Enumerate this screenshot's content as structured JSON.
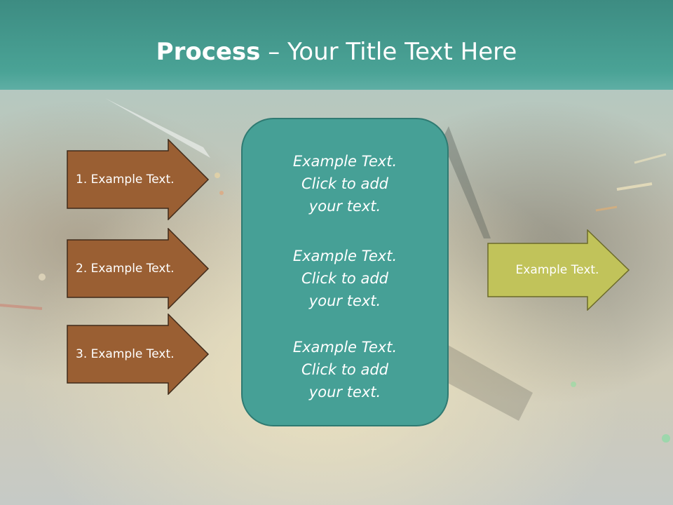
{
  "slide": {
    "title_bold": "Process",
    "title_dash": " – ",
    "title_rest": "Your Title Text Here"
  },
  "left_arrows": [
    {
      "label": "1. Example Text."
    },
    {
      "label": "2. Example Text."
    },
    {
      "label": "3. Example Text."
    }
  ],
  "center_box": {
    "blocks": [
      {
        "line1": "Example Text.",
        "line2": "Click  to add",
        "line3": "your text."
      },
      {
        "line1": "Example Text.",
        "line2": "Click  to add",
        "line3": "your text."
      },
      {
        "line1": "Example Text.",
        "line2": "Click  to add",
        "line3": "your text."
      }
    ]
  },
  "right_arrow": {
    "label": "Example Text."
  },
  "colors": {
    "title_band": "#3d8c82",
    "left_arrow_fill": "#9a5f33",
    "center_box_fill": "#46a096",
    "right_arrow_fill": "#c1c35a"
  }
}
